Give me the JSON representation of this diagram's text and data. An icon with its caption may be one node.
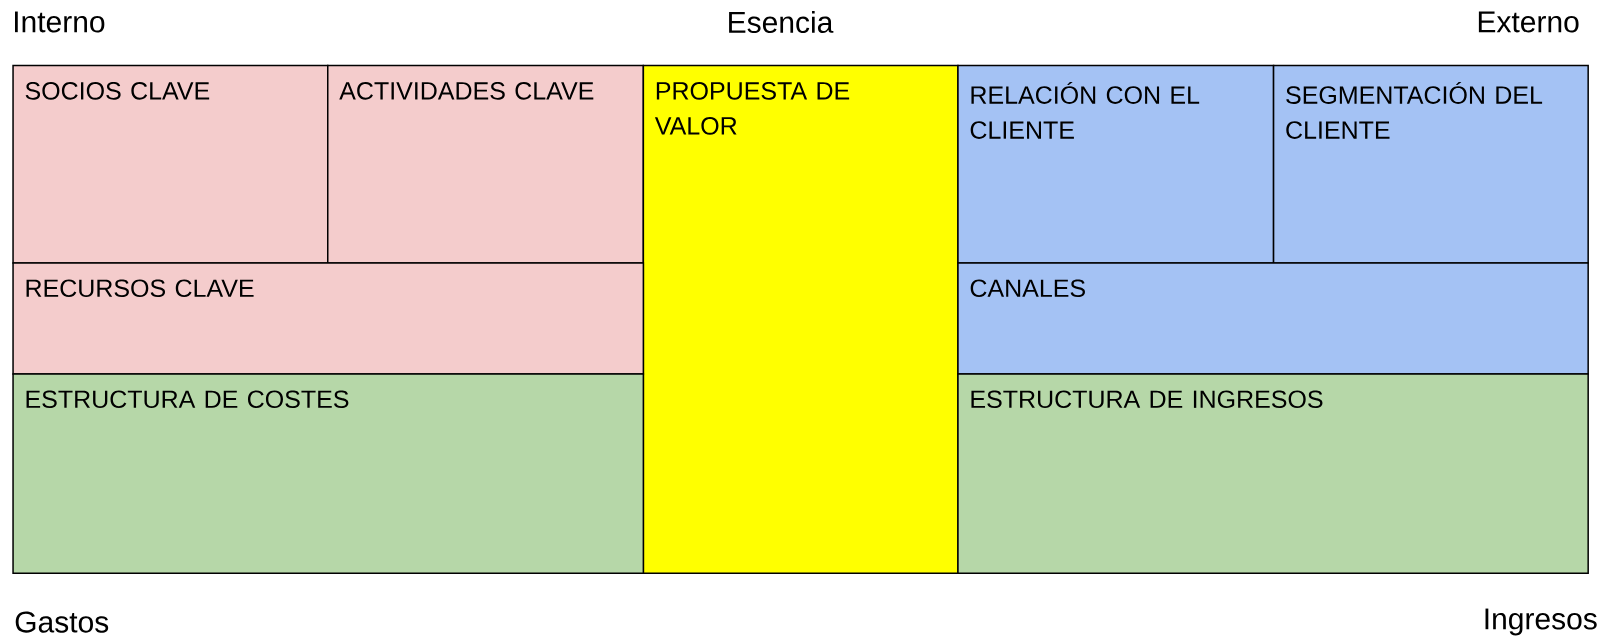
{
  "diagram": {
    "nodes": [
      {
        "text": [
          "SOCIOS CLAVE"
        ]
      },
      {
        "text": [
          "ACTIVIDADES CLAVE"
        ]
      },
      {
        "text": [
          "PROPUESTA DE VALOR"
        ]
      },
      {
        "text": [
          "RELACIÓN CON EL CLIENTE"
        ]
      },
      {
        "text": [
          "SEGMENTACIÓN DEL CLIENTE"
        ]
      },
      {
        "text": [
          "RECURSOS CLAVE"
        ]
      },
      {
        "text": [
          "CANALES"
        ]
      },
      {
        "text": [
          "ESTRUCTURA DE COSTES"
        ]
      },
      {
        "text": [
          "ESTRUCTURA DE INGRESOS"
        ]
      }
    ],
    "labels": [
      "Interno",
      "Esencia",
      "Externo",
      "Gastos",
      "Ingresos"
    ]
  }
}
